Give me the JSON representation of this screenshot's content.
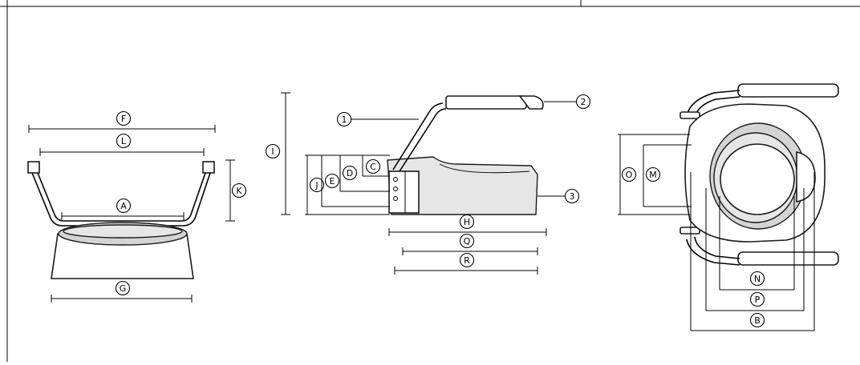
{
  "diagram": {
    "front_view": {
      "labels": [
        "F",
        "L",
        "K",
        "A",
        "G"
      ]
    },
    "side_view": {
      "labels": [
        "I",
        "J",
        "E",
        "D",
        "C",
        "H",
        "Q",
        "R"
      ],
      "callouts": [
        "1",
        "2",
        "3"
      ]
    },
    "top_view": {
      "labels": [
        "O",
        "M",
        "N",
        "P",
        "B"
      ]
    }
  }
}
